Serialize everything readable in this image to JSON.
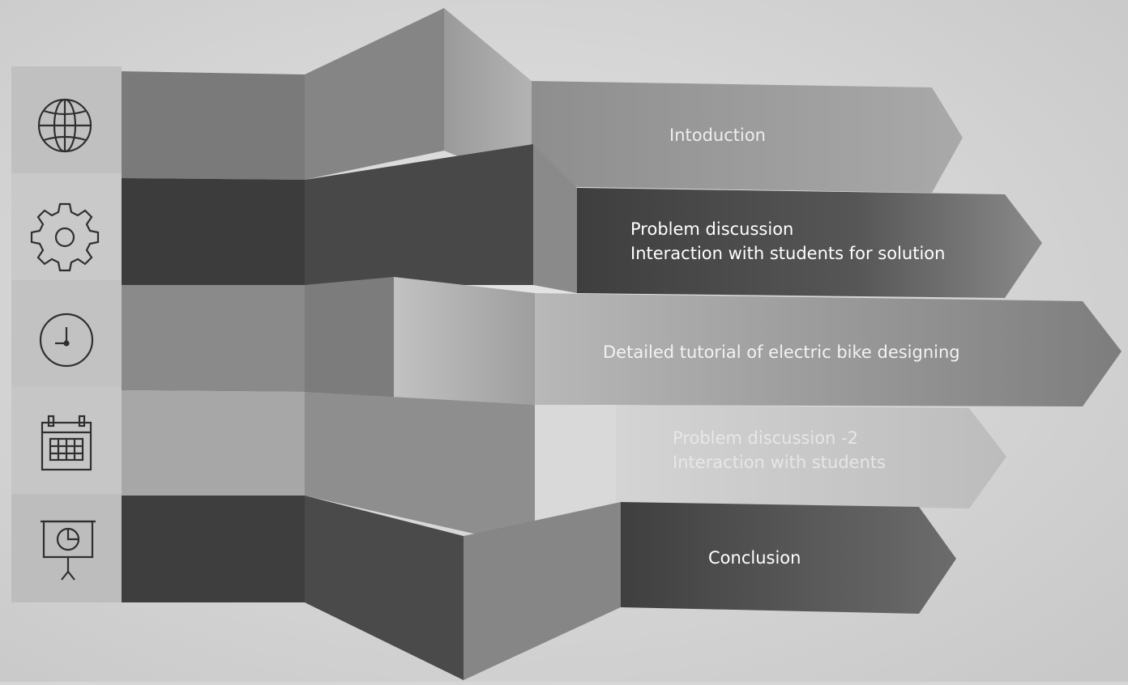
{
  "colors": {
    "background": "#d6d6d6",
    "icon_panel": "#bdbdbd",
    "icon_stroke": "#2f2f2f",
    "text_light": "#f0f0f0",
    "text_dark_bg": "#ffffff",
    "text_faded": "#e6e6e6"
  },
  "steps": [
    {
      "icon": "globe-icon",
      "lines": [
        "Intoduction"
      ]
    },
    {
      "icon": "gear-icon",
      "lines": [
        "Problem discussion",
        "Interaction with students for solution"
      ]
    },
    {
      "icon": "clock-icon",
      "lines": [
        "Detailed tutorial of electric bike designing"
      ]
    },
    {
      "icon": "calendar-icon",
      "lines": [
        "Problem discussion -2",
        "Interaction with students"
      ]
    },
    {
      "icon": "presentation-chart-icon",
      "lines": [
        "Conclusion"
      ]
    }
  ]
}
